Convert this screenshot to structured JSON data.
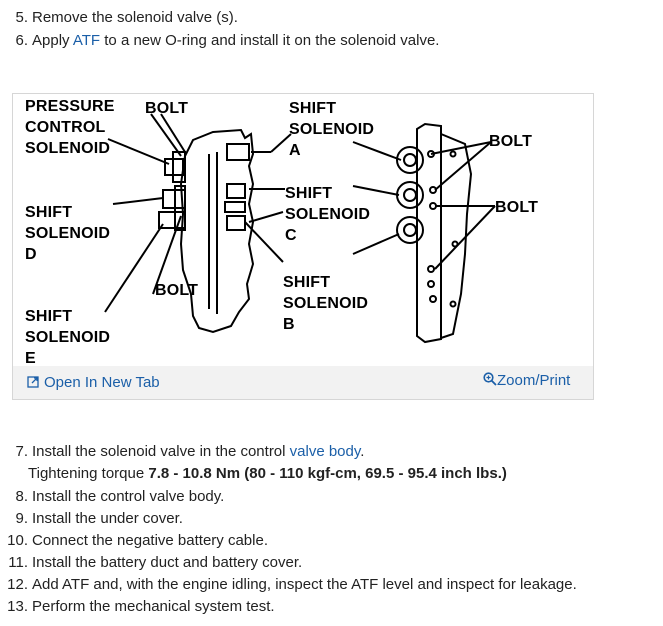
{
  "steps_top": [
    {
      "num": "5.",
      "text": "Remove the solenoid valve (s)."
    },
    {
      "num": "6.",
      "pre": "Apply ",
      "link": "ATF",
      "post": " to a new O-ring and install it on the solenoid valve."
    }
  ],
  "figure": {
    "labels": {
      "pressure_control_solenoid": [
        "PRESSURE",
        "CONTROL",
        "SOLENOID"
      ],
      "bolt_top_left": "BOLT",
      "shift_solenoid_a": [
        "SHIFT",
        "SOLENOID",
        "A"
      ],
      "bolt_right_top": "BOLT",
      "shift_solenoid_c": [
        "SHIFT",
        "SOLENOID",
        "C"
      ],
      "bolt_right_mid": "BOLT",
      "shift_solenoid_d": [
        "SHIFT",
        "SOLENOID",
        "D"
      ],
      "bolt_bottom": "BOLT",
      "shift_solenoid_b": [
        "SHIFT",
        "SOLENOID",
        "B"
      ],
      "shift_solenoid_e": [
        "SHIFT",
        "SOLENOID",
        "E"
      ]
    },
    "open_tab_label": "Open In New Tab",
    "zoom_label": "Zoom/Print"
  },
  "step7": {
    "num": "7.",
    "pre": "Install the solenoid valve in the control ",
    "link": "valve body",
    "post": "."
  },
  "torque": {
    "pre": "Tightening torque ",
    "value": "7.8 - 10.8 Nm (80 - 110 kgf-cm, 69.5 - 95.4 inch lbs.)"
  },
  "steps_bottom": [
    {
      "num": "8.",
      "text": "Install the control valve body."
    },
    {
      "num": "9.",
      "text": "Install the under cover."
    },
    {
      "num": "10.",
      "text": "Connect the negative battery cable."
    },
    {
      "num": "11.",
      "text": "Install the battery duct and battery cover."
    },
    {
      "num": "12.",
      "text": "Add ATF and, with the engine idling, inspect the ATF level and inspect for leakage."
    },
    {
      "num": "13.",
      "text": "Perform the mechanical system test."
    }
  ]
}
